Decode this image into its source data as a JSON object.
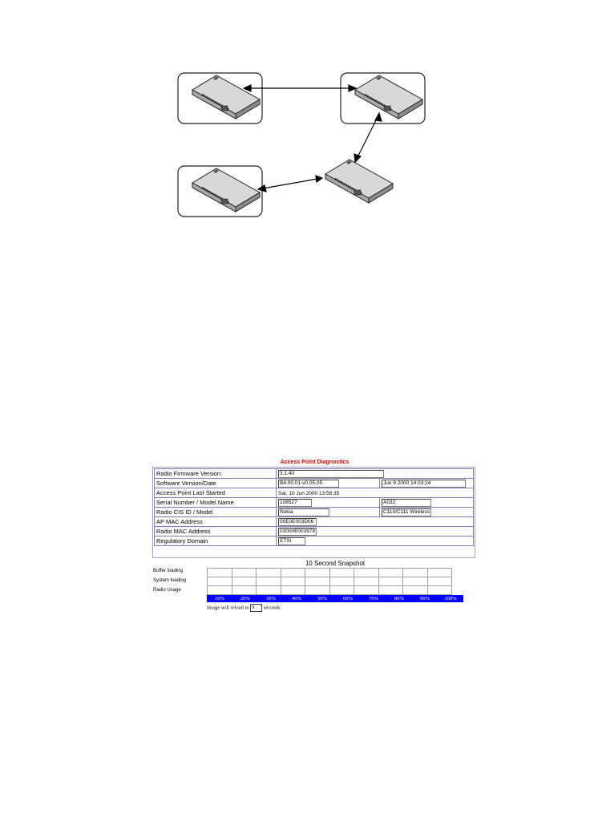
{
  "diagnostics": {
    "title": "Access Point Diagnostics",
    "rows": [
      {
        "label": "Radio Firmware Version:",
        "value1": "3.1.40",
        "value2": ""
      },
      {
        "label": "Software Version/Date",
        "value1": "B4.00.01-v0.05.05",
        "value2": "Jun 9 2000 14:03:24"
      },
      {
        "label": "Access Point Last Started",
        "value1": "Sat, 10 Jun 2000 13:58:35",
        "value2": ""
      },
      {
        "label": "Serial Number / Model Name",
        "value1": "108527",
        "value2": "A032"
      },
      {
        "label": "Radio CIS ID / Model",
        "value1": "Nokia",
        "value2": "C110/C111 Wireless"
      },
      {
        "label": "AP MAC Address",
        "value1": "00E0E003D06",
        "value2": ""
      },
      {
        "label": "Radio MAC Address",
        "value1": "03000E003978",
        "value2": ""
      },
      {
        "label": "Regulatory Domain",
        "value1": "ETSI",
        "value2": ""
      }
    ]
  },
  "snapshot": {
    "title": "10 Second Snapshot",
    "labels": [
      "Buffer loading",
      "System loading",
      "Radio Usage"
    ],
    "scale": [
      "10%",
      "20%",
      "30%",
      "40%",
      "50%",
      "60%",
      "70%",
      "80%",
      "90%",
      "100%"
    ],
    "reload_prefix": "Image will reload in",
    "reload_seconds": "9",
    "reload_suffix": "seconds."
  }
}
